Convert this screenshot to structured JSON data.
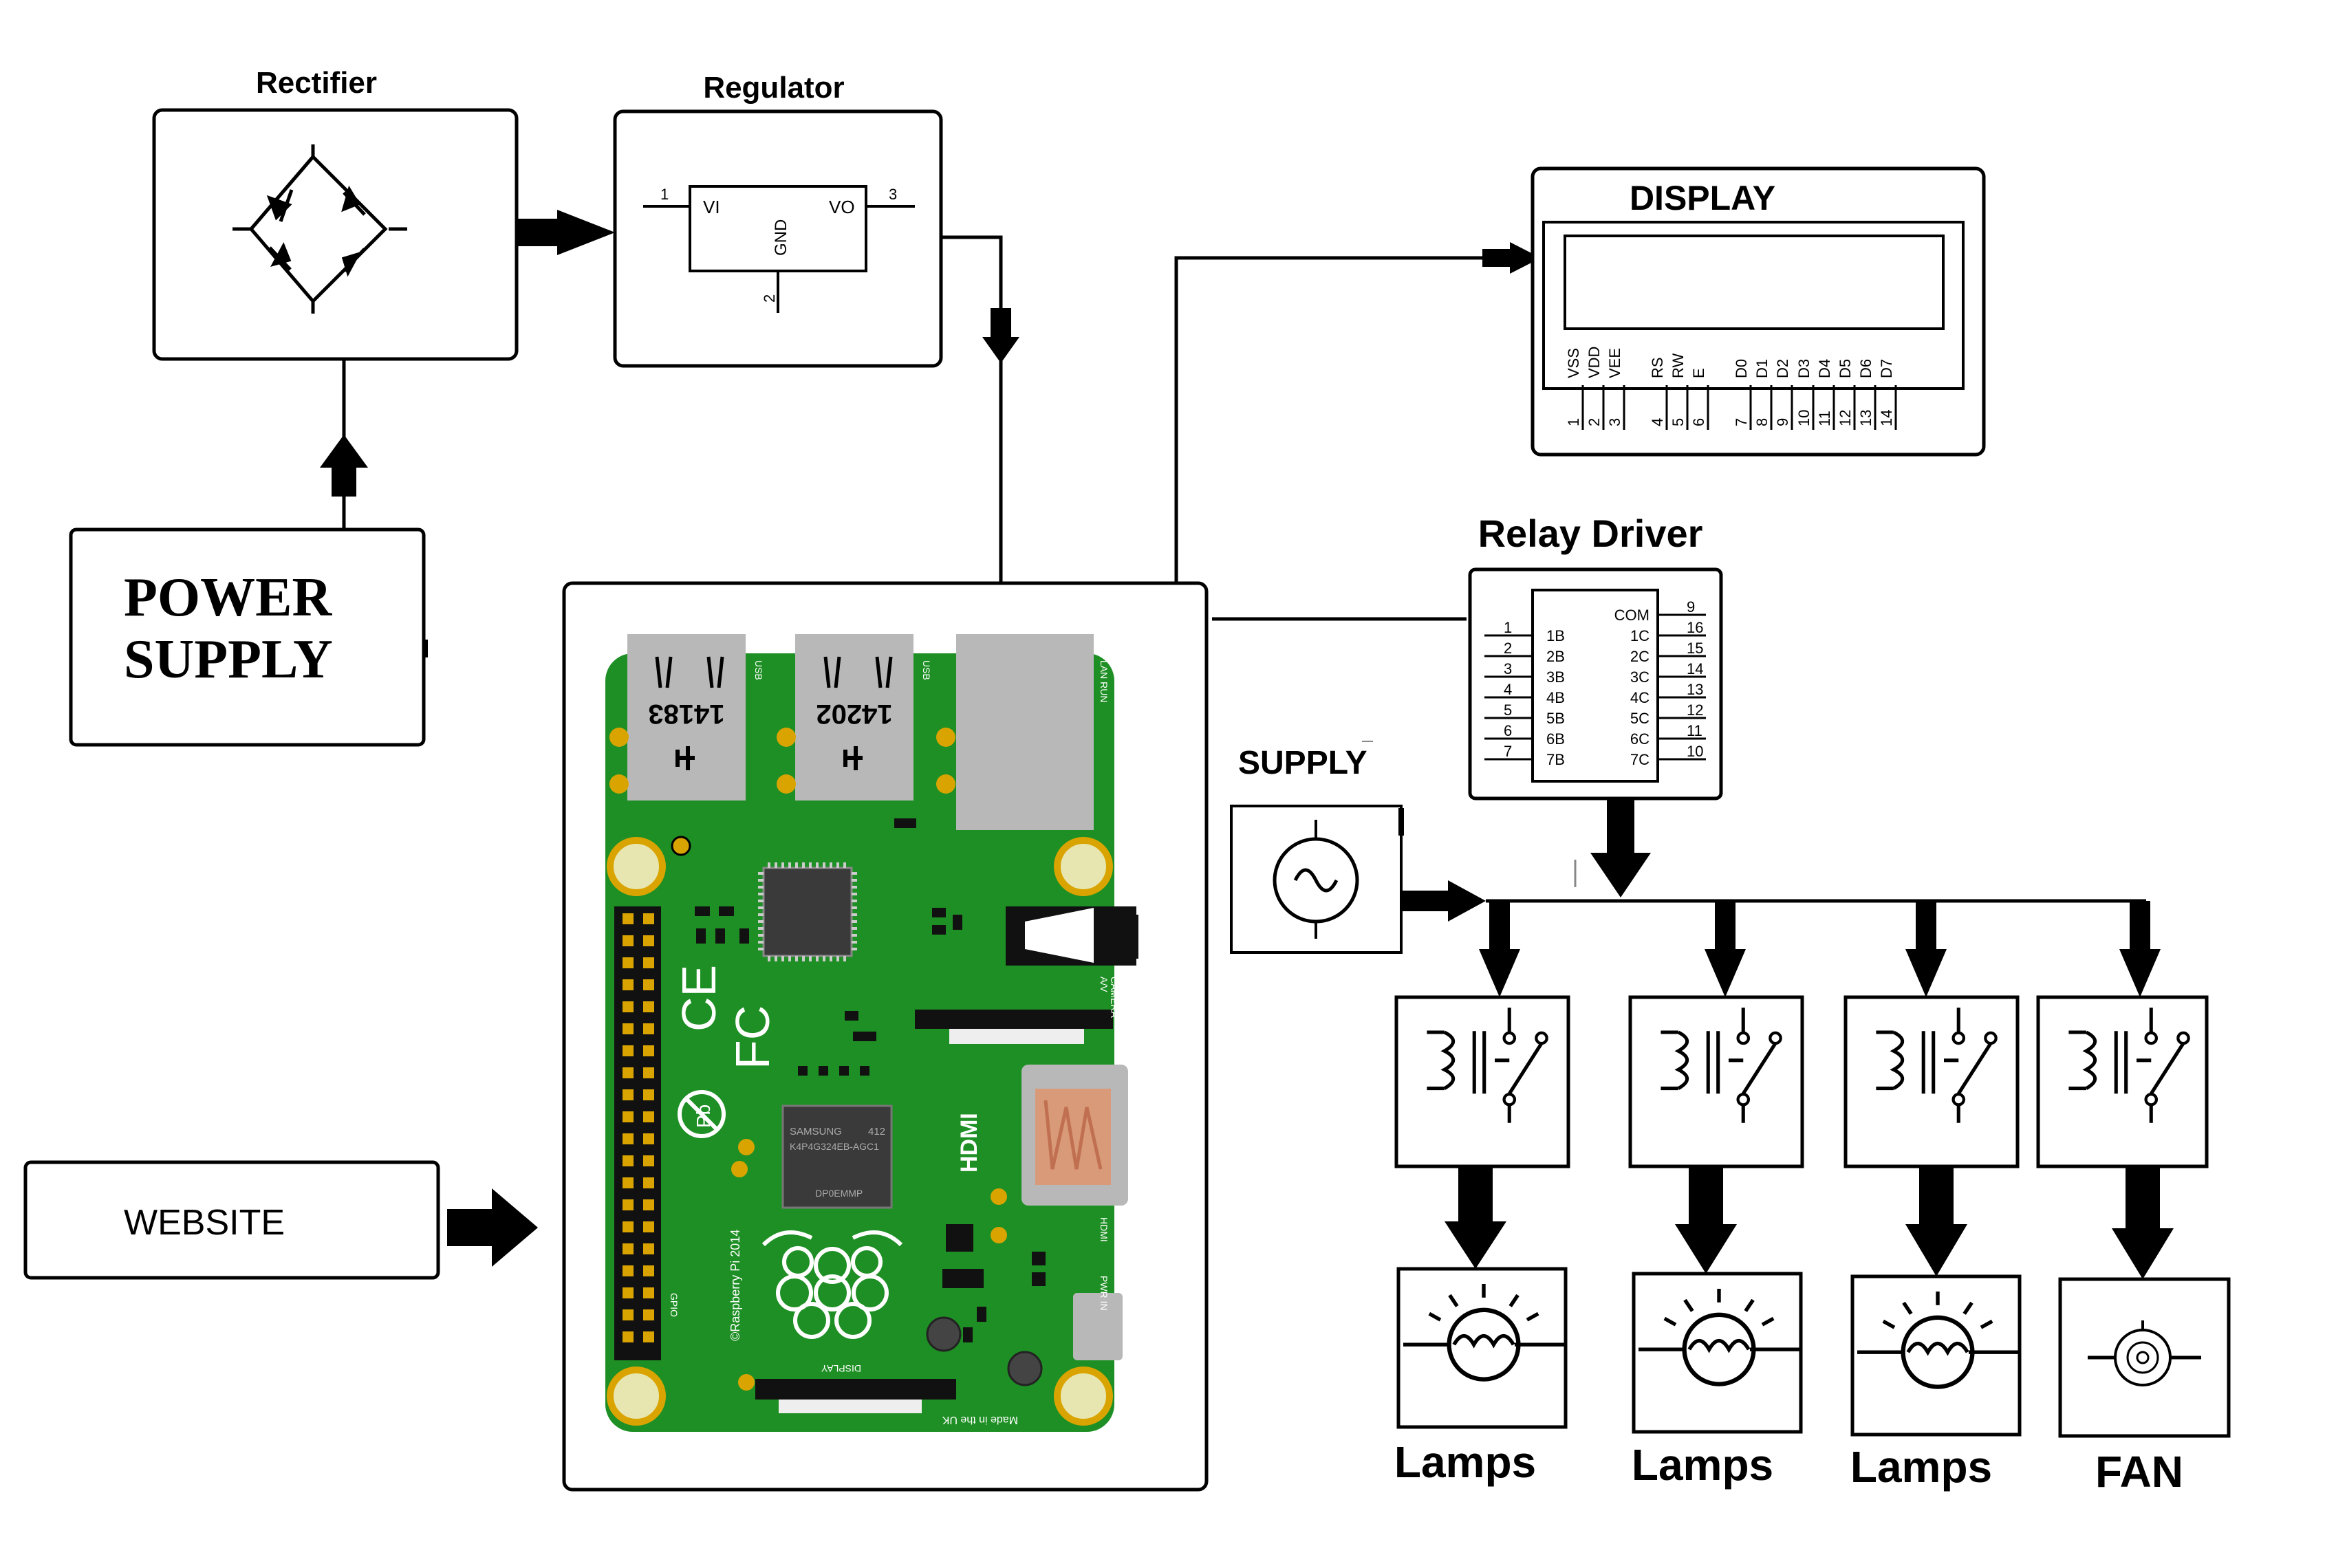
{
  "blocks": {
    "rectifier": {
      "title": "Rectifier"
    },
    "regulator": {
      "title": "Regulator",
      "pin_in_num": "1",
      "pin_in": "VI",
      "pin_out_num": "3",
      "pin_out": "VO",
      "pin_gnd": "GND",
      "pin_gnd_num": "2"
    },
    "power_supply": {
      "line1": "POWER",
      "line2": "SUPPLY"
    },
    "website": {
      "label": "WEBSITE"
    },
    "display": {
      "title": "DISPLAY",
      "pins": [
        {
          "num": "1",
          "name": "VSS"
        },
        {
          "num": "2",
          "name": "VDD"
        },
        {
          "num": "3",
          "name": "VEE"
        },
        {
          "num": "4",
          "name": "RS"
        },
        {
          "num": "5",
          "name": "RW"
        },
        {
          "num": "6",
          "name": "E"
        },
        {
          "num": "7",
          "name": "D0"
        },
        {
          "num": "8",
          "name": "D1"
        },
        {
          "num": "9",
          "name": "D2"
        },
        {
          "num": "10",
          "name": "D3"
        },
        {
          "num": "11",
          "name": "D4"
        },
        {
          "num": "12",
          "name": "D5"
        },
        {
          "num": "13",
          "name": "D6"
        },
        {
          "num": "14",
          "name": "D7"
        }
      ]
    },
    "relay_driver": {
      "title": "Relay Driver",
      "left_pins": [
        {
          "num": "1",
          "name": "1B"
        },
        {
          "num": "2",
          "name": "2B"
        },
        {
          "num": "3",
          "name": "3B"
        },
        {
          "num": "4",
          "name": "4B"
        },
        {
          "num": "5",
          "name": "5B"
        },
        {
          "num": "6",
          "name": "6B"
        },
        {
          "num": "7",
          "name": "7B"
        }
      ],
      "right_pins": [
        {
          "num": "9",
          "name": "COM"
        },
        {
          "num": "16",
          "name": "1C"
        },
        {
          "num": "15",
          "name": "2C"
        },
        {
          "num": "14",
          "name": "3C"
        },
        {
          "num": "13",
          "name": "4C"
        },
        {
          "num": "12",
          "name": "5C"
        },
        {
          "num": "11",
          "name": "6C"
        },
        {
          "num": "10",
          "name": "7C"
        }
      ]
    },
    "supply": {
      "label": "SUPPLY"
    },
    "loads": [
      {
        "label": "Lamps"
      },
      {
        "label": "Lamps"
      },
      {
        "label": "Lamps"
      },
      {
        "label": "FAN"
      }
    ]
  },
  "raspberry_pi": {
    "usb1_code": "14183",
    "usb2_code": "14202",
    "usb_tag": "USB",
    "lan_tag": "LAN RUN",
    "camera_tag": "CAMERA",
    "av_tag": "A/V",
    "hdmi_tag": "HDMI",
    "pwr_tag": "PWR IN",
    "display_tag": "DISPLAY",
    "gpio_tag": "GPIO",
    "brand": "©Raspberry Pi 2014",
    "chip": "SAMSUNG",
    "chip_part": "K4P4G324EB-AGC1",
    "chip_sub": "DP0EMMP",
    "chip_id": "412",
    "ce": "CE",
    "fc": "FC",
    "pb": "Pb",
    "hdmi_logo": "HDMI",
    "made_in": "Made in the UK"
  },
  "colors": {
    "board": "#1e8f24",
    "line": "#000000",
    "pad": "#d9a400",
    "port": "#b8b8b8",
    "copper": "#d89a78"
  }
}
